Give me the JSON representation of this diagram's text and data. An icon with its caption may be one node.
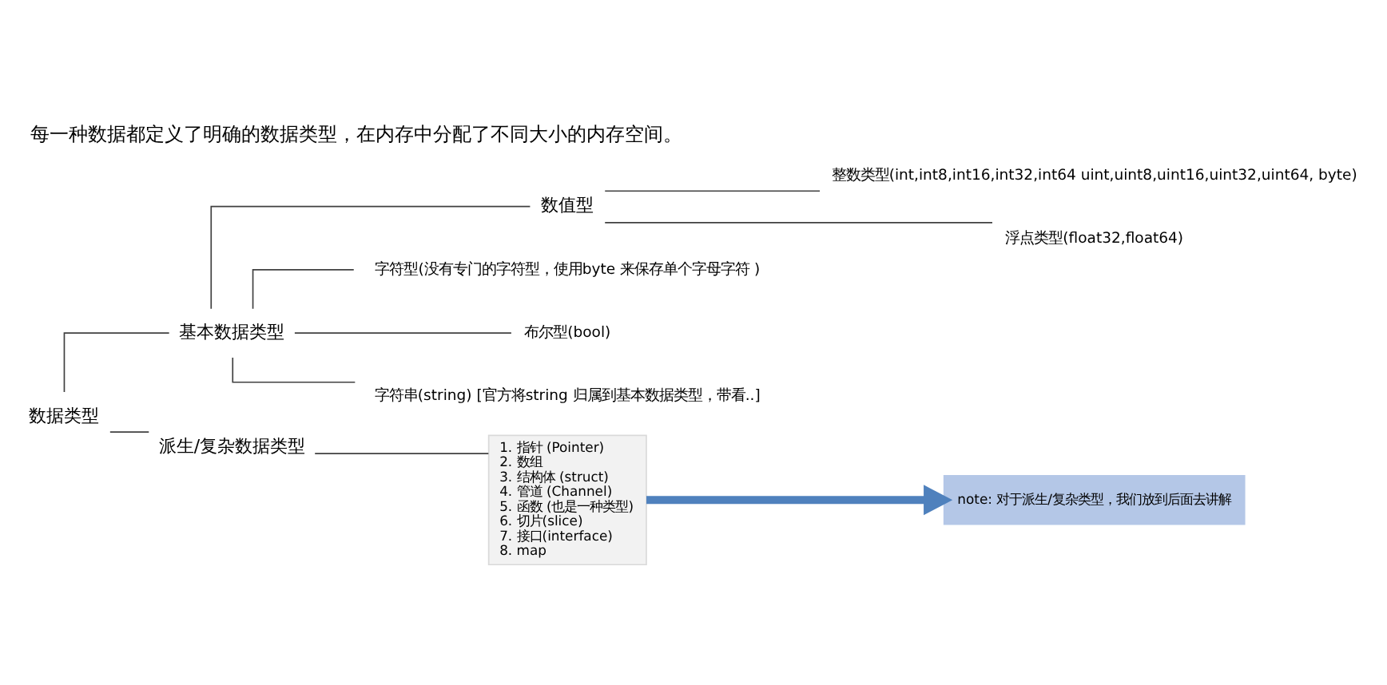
{
  "diagram": {
    "title": "每一种数据都定义了明确的数据类型，在内存中分配了不同大小的内存空间。",
    "nodes": [
      {
        "text": [
          "数据类型"
        ]
      },
      {
        "text": [
          "基本数据类型"
        ]
      },
      {
        "text": [
          "派生/复杂数据类型"
        ]
      },
      {
        "text": [
          "数值型"
        ]
      },
      {
        "text": [
          "整数类型(int,int8,int16,int32,int64 uint,uint8,uint16,uint32,uint64, byte)"
        ]
      },
      {
        "text": [
          "浮点类型(float32,float64)"
        ]
      },
      {
        "text": [
          "字符型(没有专门的字符型，使用byte 来保存单个字母字符 )"
        ]
      },
      {
        "text": [
          "布尔型(bool)"
        ]
      },
      {
        "text": [
          "字符串(string) [官方将string 归属到基本数据类型，带看..]"
        ]
      },
      {
        "text": [
          "1. 指针 (Pointer)",
          "2. 数组",
          "3. 结构体 (struct)",
          "4. 管道 (Channel)",
          "5. 函数 (也是一种类型)",
          "6. 切片(slice)",
          "7. 接口(interface)",
          "8. map"
        ]
      },
      {
        "text": [
          "note: 对于派生/复杂类型，我们放到后面去讲解"
        ]
      }
    ],
    "edges": [
      {
        "from": 0,
        "to": 1,
        "arrow": "none"
      },
      {
        "from": 0,
        "to": 2,
        "arrow": "none"
      },
      {
        "from": 1,
        "to": 3,
        "arrow": "none"
      },
      {
        "from": 1,
        "to": 6,
        "arrow": "none"
      },
      {
        "from": 1,
        "to": 7,
        "arrow": "none"
      },
      {
        "from": 1,
        "to": 8,
        "arrow": "none"
      },
      {
        "from": 3,
        "to": 4,
        "arrow": "none"
      },
      {
        "from": 3,
        "to": 5,
        "arrow": "none"
      },
      {
        "from": 2,
        "to": 9,
        "arrow": "none"
      },
      {
        "from": 9,
        "to": 10,
        "arrow": "to",
        "style": "thick",
        "color": "#4f81bd"
      }
    ]
  }
}
